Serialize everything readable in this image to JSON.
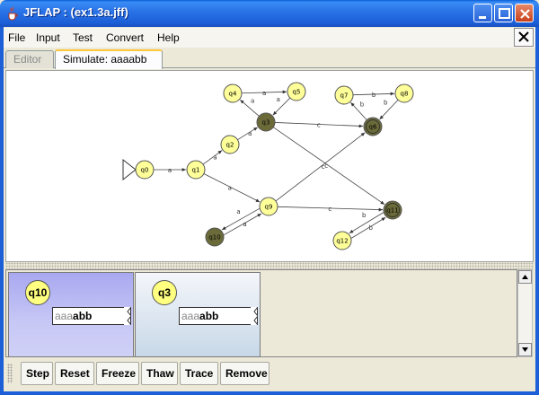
{
  "window": {
    "title": "JFLAP : (ex1.3a.jff)"
  },
  "menu": [
    "File",
    "Input",
    "Test",
    "Convert",
    "Help"
  ],
  "tabs": [
    {
      "label": "Editor",
      "active": false
    },
    {
      "label": "Simulate: aaaabb",
      "active": true
    }
  ],
  "automaton": {
    "states": [
      {
        "id": "q0",
        "accepting": false,
        "active": false,
        "initial": true
      },
      {
        "id": "q1",
        "accepting": false,
        "active": false
      },
      {
        "id": "q2",
        "accepting": false,
        "active": false
      },
      {
        "id": "q3",
        "accepting": false,
        "active": true
      },
      {
        "id": "q4",
        "accepting": false,
        "active": false
      },
      {
        "id": "q5",
        "accepting": false,
        "active": false
      },
      {
        "id": "q6",
        "accepting": true,
        "active": true
      },
      {
        "id": "q7",
        "accepting": false,
        "active": false
      },
      {
        "id": "q8",
        "accepting": false,
        "active": false
      },
      {
        "id": "q9",
        "accepting": false,
        "active": false
      },
      {
        "id": "q10",
        "accepting": false,
        "active": true
      },
      {
        "id": "q11",
        "accepting": true,
        "active": true
      },
      {
        "id": "q12",
        "accepting": false,
        "active": false
      }
    ],
    "transitions": [
      {
        "from": "q0",
        "to": "q1",
        "label": "a"
      },
      {
        "from": "q1",
        "to": "q2",
        "label": "a"
      },
      {
        "from": "q2",
        "to": "q3",
        "label": "a"
      },
      {
        "from": "q3",
        "to": "q4",
        "label": "a"
      },
      {
        "from": "q4",
        "to": "q5",
        "label": "a"
      },
      {
        "from": "q5",
        "to": "q3",
        "label": "a"
      },
      {
        "from": "q3",
        "to": "q6",
        "label": "c"
      },
      {
        "from": "q3",
        "to": "q11",
        "label": "c"
      },
      {
        "from": "q7",
        "to": "q8",
        "label": "b"
      },
      {
        "from": "q8",
        "to": "q6",
        "label": "b"
      },
      {
        "from": "q6",
        "to": "q7",
        "label": "b"
      },
      {
        "from": "q1",
        "to": "q9",
        "label": "a"
      },
      {
        "from": "q9",
        "to": "q10",
        "label": "a"
      },
      {
        "from": "q10",
        "to": "q9",
        "label": "a"
      },
      {
        "from": "q9",
        "to": "q6",
        "label": "c"
      },
      {
        "from": "q9",
        "to": "q11",
        "label": "c"
      },
      {
        "from": "q11",
        "to": "q12",
        "label": "b"
      },
      {
        "from": "q12",
        "to": "q11",
        "label": "b"
      }
    ]
  },
  "configurations": [
    {
      "state": "q10",
      "read": "aaa",
      "remaining": "abb",
      "selected": true
    },
    {
      "state": "q3",
      "read": "aaa",
      "remaining": "abb",
      "selected": false
    }
  ],
  "toolbar": [
    "Step",
    "Reset",
    "Freeze",
    "Thaw",
    "Trace",
    "Remove"
  ],
  "colors": {
    "state_fill": "#ffff99",
    "active_state_fill": "#6b6b3a",
    "selected_config": "#b4b4f2",
    "titlebar": "#2a74e8"
  }
}
